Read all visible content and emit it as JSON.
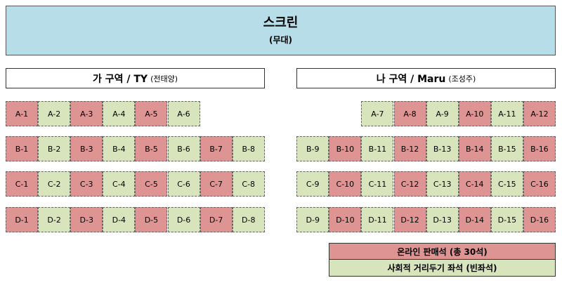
{
  "screen": {
    "title": "스크린",
    "subtitle": "(무대)"
  },
  "zones": {
    "left": {
      "name": "가 구역 / TY",
      "sub": "(전태양)"
    },
    "right": {
      "name": "나 구역 / Maru",
      "sub": "(조성주)"
    }
  },
  "colors": {
    "online": "#dd9492",
    "distancing": "#d8e4bc",
    "screen": "#b7dde8"
  },
  "rows": [
    {
      "left": [
        [
          "A-1",
          "online"
        ],
        [
          "A-2",
          "distancing"
        ],
        [
          "A-3",
          "online"
        ],
        [
          "A-4",
          "distancing"
        ],
        [
          "A-5",
          "online"
        ],
        [
          "A-6",
          "distancing"
        ]
      ],
      "right": [
        [
          "A-7",
          "distancing"
        ],
        [
          "A-8",
          "online"
        ],
        [
          "A-9",
          "distancing"
        ],
        [
          "A-10",
          "online"
        ],
        [
          "A-11",
          "distancing"
        ],
        [
          "A-12",
          "online"
        ]
      ]
    },
    {
      "left": [
        [
          "B-1",
          "online"
        ],
        [
          "B-2",
          "distancing"
        ],
        [
          "B-3",
          "online"
        ],
        [
          "B-4",
          "distancing"
        ],
        [
          "B-5",
          "online"
        ],
        [
          "B-6",
          "distancing"
        ],
        [
          "B-7",
          "online"
        ],
        [
          "B-8",
          "distancing"
        ]
      ],
      "right": [
        [
          "B-9",
          "distancing"
        ],
        [
          "B-10",
          "online"
        ],
        [
          "B-11",
          "distancing"
        ],
        [
          "B-12",
          "online"
        ],
        [
          "B-13",
          "distancing"
        ],
        [
          "B-14",
          "online"
        ],
        [
          "B-15",
          "distancing"
        ],
        [
          "B-16",
          "online"
        ]
      ]
    },
    {
      "left": [
        [
          "C-1",
          "online"
        ],
        [
          "C-2",
          "distancing"
        ],
        [
          "C-3",
          "online"
        ],
        [
          "C-4",
          "distancing"
        ],
        [
          "C-5",
          "online"
        ],
        [
          "C-6",
          "distancing"
        ],
        [
          "C-7",
          "online"
        ],
        [
          "C-8",
          "distancing"
        ]
      ],
      "right": [
        [
          "C-9",
          "distancing"
        ],
        [
          "C-10",
          "online"
        ],
        [
          "C-11",
          "distancing"
        ],
        [
          "C-12",
          "online"
        ],
        [
          "C-13",
          "distancing"
        ],
        [
          "C-14",
          "online"
        ],
        [
          "C-15",
          "distancing"
        ],
        [
          "C-16",
          "online"
        ]
      ]
    },
    {
      "left": [
        [
          "D-1",
          "online"
        ],
        [
          "D-2",
          "distancing"
        ],
        [
          "D-3",
          "online"
        ],
        [
          "D-4",
          "distancing"
        ],
        [
          "D-5",
          "online"
        ],
        [
          "D-6",
          "distancing"
        ],
        [
          "D-7",
          "online"
        ],
        [
          "D-8",
          "distancing"
        ]
      ],
      "right": [
        [
          "D-9",
          "distancing"
        ],
        [
          "D-10",
          "online"
        ],
        [
          "D-11",
          "distancing"
        ],
        [
          "D-12",
          "online"
        ],
        [
          "D-13",
          "distancing"
        ],
        [
          "D-14",
          "online"
        ],
        [
          "D-15",
          "distancing"
        ],
        [
          "D-16",
          "online"
        ]
      ]
    }
  ],
  "legend": {
    "online": "온라인 판매석 (총 30석)",
    "distancing": "사회적 거리두기 좌석 (빈좌석)"
  }
}
